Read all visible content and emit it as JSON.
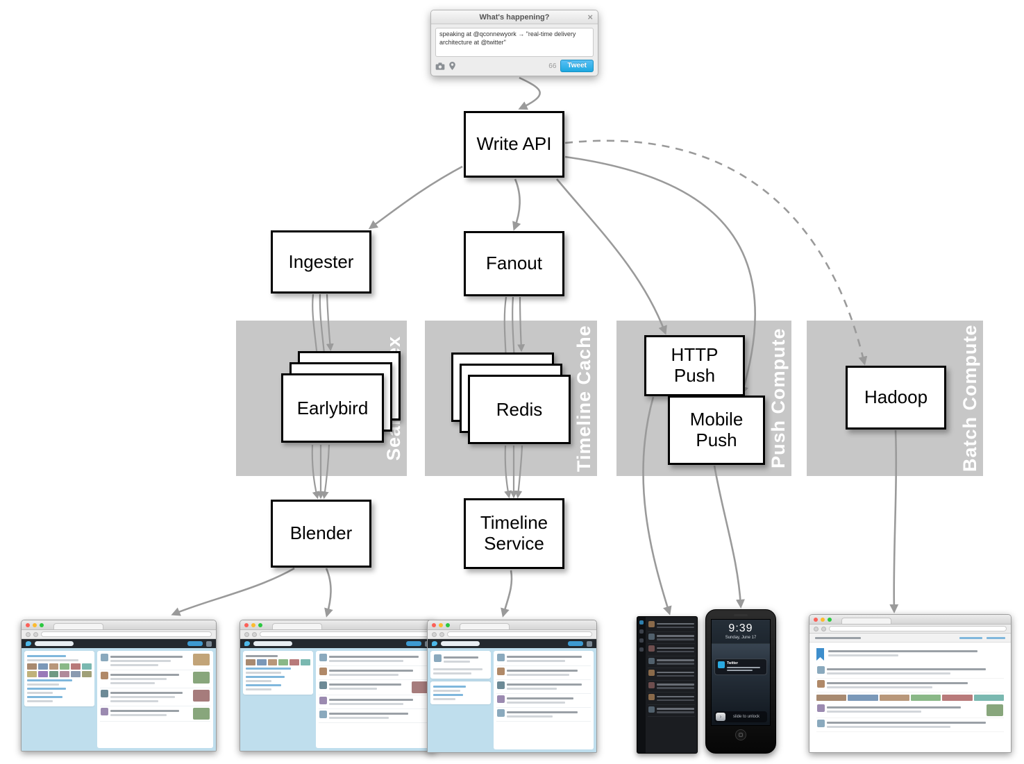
{
  "compose": {
    "title": "What's happening?",
    "close_label": "×",
    "tweet_text": "speaking at @qconnewyork → \"real-time delivery architecture at @twitter\"",
    "char_count": "66",
    "tweet_button": "Tweet"
  },
  "nodes": {
    "write_api": {
      "label": "Write API"
    },
    "ingester": {
      "label": "Ingester"
    },
    "fanout": {
      "label": "Fanout"
    },
    "earlybird": {
      "label": "Earlybird"
    },
    "redis": {
      "label": "Redis"
    },
    "http_push": {
      "label": "HTTP Push"
    },
    "mobile_push": {
      "label": "Mobile Push"
    },
    "hadoop": {
      "label": "Hadoop"
    },
    "blender": {
      "label": "Blender"
    },
    "timeline_service": {
      "label": "Timeline Service"
    }
  },
  "zones": {
    "search_index": {
      "label": "Search Index",
      "contains": [
        "earlybird"
      ]
    },
    "timeline_cache": {
      "label": "Timeline Cache",
      "contains": [
        "redis"
      ]
    },
    "push_compute": {
      "label": "Push Compute",
      "contains": [
        "http_push",
        "mobile_push"
      ]
    },
    "batch_compute": {
      "label": "Batch Compute",
      "contains": [
        "hadoop"
      ]
    }
  },
  "edges": [
    {
      "from": "compose_box",
      "to": "write_api",
      "style": "solid",
      "count": 1
    },
    {
      "from": "write_api",
      "to": "ingester",
      "style": "solid",
      "count": 1
    },
    {
      "from": "write_api",
      "to": "fanout",
      "style": "solid",
      "count": 1
    },
    {
      "from": "write_api",
      "to": "http_push",
      "style": "solid",
      "count": 1
    },
    {
      "from": "write_api",
      "to": "mobile_push",
      "style": "solid",
      "count": 1
    },
    {
      "from": "write_api",
      "to": "hadoop",
      "style": "dashed",
      "count": 1
    },
    {
      "from": "ingester",
      "to": "earlybird",
      "style": "solid",
      "count": 3
    },
    {
      "from": "earlybird",
      "to": "blender",
      "style": "solid",
      "count": 3
    },
    {
      "from": "fanout",
      "to": "redis",
      "style": "solid",
      "count": 3
    },
    {
      "from": "redis",
      "to": "timeline_service",
      "style": "solid",
      "count": 3
    },
    {
      "from": "blender",
      "to": "twitter_web_screenshot_1",
      "style": "solid",
      "count": 1
    },
    {
      "from": "blender",
      "to": "twitter_web_screenshot_2",
      "style": "solid",
      "count": 1
    },
    {
      "from": "timeline_service",
      "to": "twitter_web_screenshot_3",
      "style": "solid",
      "count": 1
    },
    {
      "from": "http_push",
      "to": "mobile_app_screenshot",
      "style": "solid",
      "count": 1
    },
    {
      "from": "mobile_push",
      "to": "iphone_screenshot",
      "style": "solid",
      "count": 1
    },
    {
      "from": "hadoop",
      "to": "email_screenshot",
      "style": "solid",
      "count": 1
    }
  ],
  "phone": {
    "time": "9:39",
    "date": "Sunday, June 17",
    "notification_app": "Twitter",
    "slide_label": "slide to unlock",
    "slide_arrow": "›"
  },
  "colors": {
    "arrow_gray": "#9a9a9a",
    "zone_gray": "#c7c7c7",
    "tweet_button_blue": "#1da8e0",
    "twitter_blue": "#4db8e8"
  }
}
